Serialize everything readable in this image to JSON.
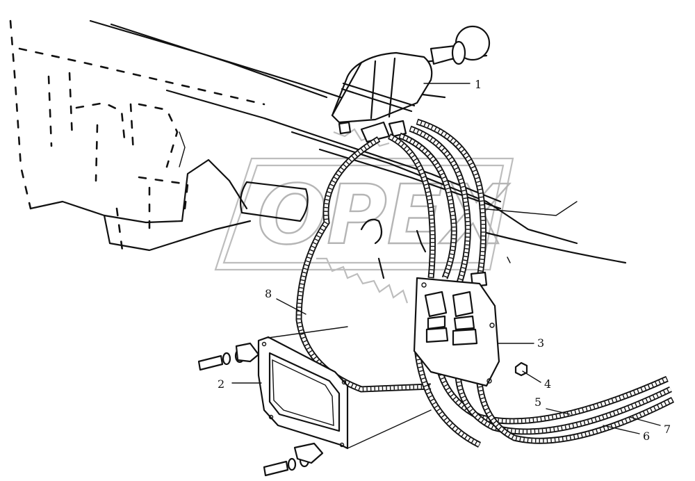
{
  "watermark": {
    "text": "OPEX",
    "color": "#b5b5b5"
  },
  "callouts": [
    "1",
    "2",
    "3",
    "4",
    "5",
    "6",
    "7",
    "8"
  ],
  "line_color": "#111111",
  "background": "#ffffff"
}
